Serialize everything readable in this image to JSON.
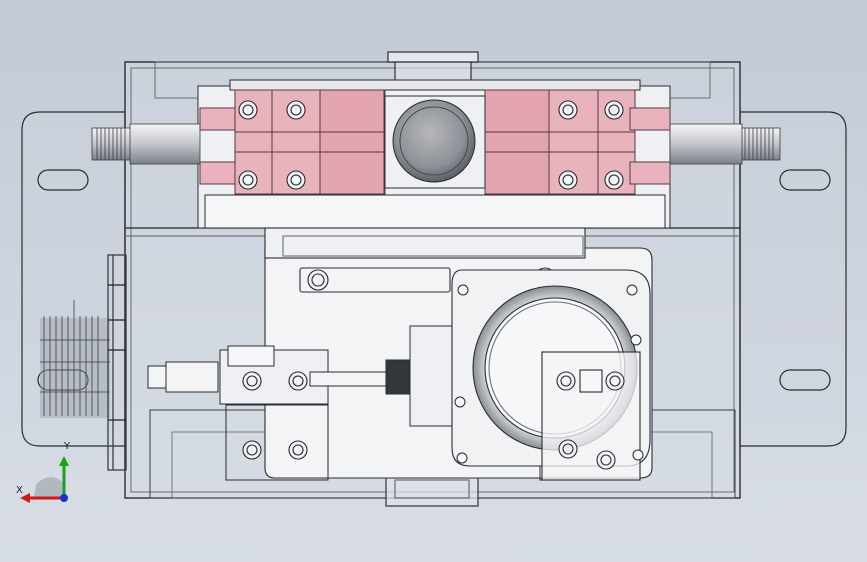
{
  "viewport": {
    "name": "cad-graphics-area",
    "colors": {
      "background_top": "#c2cad6",
      "background_bottom": "#d9dee6",
      "edge": "#1d1f24",
      "pink_part": "#e9b3bd",
      "pink_dark": "#c98896",
      "steel": "#e8e9ec",
      "steel_shadow": "#9fa3ab",
      "hidden_line": "#6b7078"
    }
  },
  "triad": {
    "x_label": "X",
    "y_label": "Y",
    "x_color": "#d01818",
    "y_color": "#1aa01a",
    "z_color": "#1830d0"
  }
}
